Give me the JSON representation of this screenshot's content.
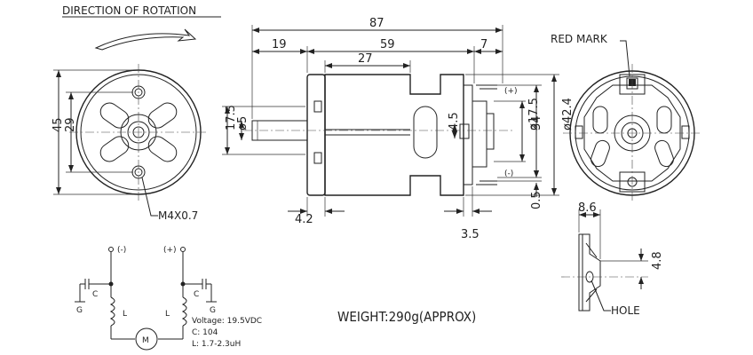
{
  "front_view": {
    "rotation_title": "DIRECTION OF ROTATION",
    "dim_height_outer": "45",
    "dim_height_inner": "29",
    "screw_label": "M4X0.7"
  },
  "side_view": {
    "dim_total_length": "87",
    "dim_shaft_length": "19",
    "dim_body_length": "59",
    "dim_tail_length": "7",
    "dim_flange_length": "27",
    "dim_boss_dia": "17.5",
    "dim_shaft_dia": "ø5",
    "dim_rear_boss": "4.5",
    "dim_rear_boss_dia": "ø17.5",
    "dim_terminal_span": "34",
    "dim_body_dia": "ø42.4",
    "dim_shaft_step": "4.2",
    "dim_rear_step": "3.5",
    "dim_terminal_thk": "0.5",
    "terminal_plus": "(+)",
    "terminal_minus": "(-)"
  },
  "rear_view": {
    "red_mark_label": "RED MARK"
  },
  "terminal_detail": {
    "dim_width": "8.6",
    "dim_hole_offset": "4.8",
    "hole_label": "HOLE"
  },
  "schematic": {
    "minus_terminal": "(-)",
    "plus_terminal": "(+)",
    "cap_label_left": "C",
    "cap_label_right": "C",
    "ground_left": "G",
    "ground_right": "G",
    "ind_label_left": "L",
    "ind_label_right": "L",
    "motor_label": "M",
    "voltage": "Voltage: 19.5VDC",
    "capacitance": "C:  104",
    "inductance": "L:  1.7-2.3uH"
  },
  "weight": "WEIGHT:290g(APPROX)"
}
